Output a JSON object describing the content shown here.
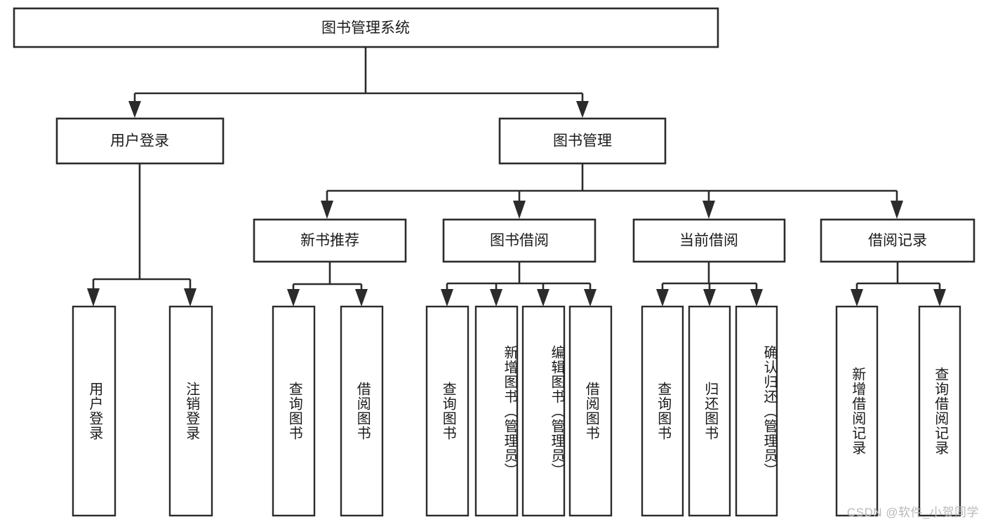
{
  "diagram": {
    "type": "tree-hierarchy-chart",
    "title": "图书管理系统",
    "root": {
      "id": "root",
      "label": "图书管理系统",
      "orientation": "horizontal"
    },
    "level2": [
      {
        "id": "user-login",
        "label": "用户登录",
        "orientation": "horizontal"
      },
      {
        "id": "book-manage",
        "label": "图书管理",
        "orientation": "horizontal"
      }
    ],
    "level3": [
      {
        "id": "new-book-recommend",
        "label": "新书推荐",
        "orientation": "horizontal",
        "parent": "book-manage"
      },
      {
        "id": "book-borrow",
        "label": "图书借阅",
        "orientation": "horizontal",
        "parent": "book-manage"
      },
      {
        "id": "current-borrow",
        "label": "当前借阅",
        "orientation": "horizontal",
        "parent": "book-manage"
      },
      {
        "id": "borrow-record",
        "label": "借阅记录",
        "orientation": "horizontal",
        "parent": "book-manage"
      }
    ],
    "leaves": [
      {
        "id": "leaf-user-login",
        "label": "用户登录",
        "parent": "user-login",
        "orientation": "vertical"
      },
      {
        "id": "leaf-logout-login",
        "label": "注销登录",
        "parent": "user-login",
        "orientation": "vertical"
      },
      {
        "id": "leaf-query-book-1",
        "label": "查询图书",
        "parent": "new-book-recommend",
        "orientation": "vertical"
      },
      {
        "id": "leaf-borrow-book-1",
        "label": "借阅图书",
        "parent": "new-book-recommend",
        "orientation": "vertical"
      },
      {
        "id": "leaf-query-book-2",
        "label": "查询图书",
        "parent": "book-borrow",
        "orientation": "vertical"
      },
      {
        "id": "leaf-add-book",
        "label": "新增图书（管理员）",
        "parent": "book-borrow",
        "orientation": "vertical"
      },
      {
        "id": "leaf-edit-book",
        "label": "编辑图书（管理员）",
        "parent": "book-borrow",
        "orientation": "vertical"
      },
      {
        "id": "leaf-borrow-book-2",
        "label": "借阅图书",
        "parent": "book-borrow",
        "orientation": "vertical"
      },
      {
        "id": "leaf-query-book-3",
        "label": "查询图书",
        "parent": "current-borrow",
        "orientation": "vertical"
      },
      {
        "id": "leaf-return-book",
        "label": "归还图书",
        "parent": "current-borrow",
        "orientation": "vertical"
      },
      {
        "id": "leaf-confirm-return",
        "label": "确认归还（管理员）",
        "parent": "current-borrow",
        "orientation": "vertical"
      },
      {
        "id": "leaf-add-record",
        "label": "新增借阅记录",
        "parent": "borrow-record",
        "orientation": "vertical"
      },
      {
        "id": "leaf-query-record",
        "label": "查询借阅记录",
        "parent": "borrow-record",
        "orientation": "vertical"
      }
    ]
  },
  "watermark": {
    "text": "CSDN @软件_小贺同学"
  },
  "colors": {
    "stroke": "#2b2b2b",
    "fill": "#ffffff",
    "text": "#1b1b1b",
    "watermark": "#b9b9b9"
  }
}
